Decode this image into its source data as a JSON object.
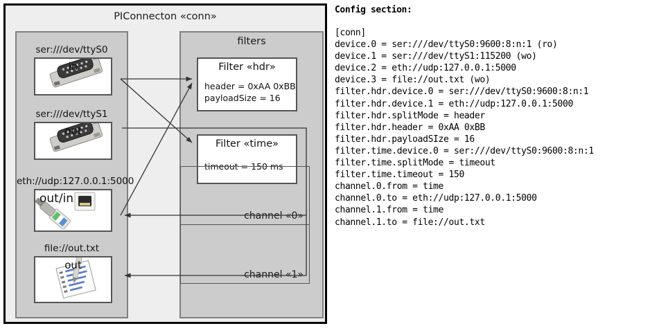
{
  "diagram": {
    "title": "PIConnecton «conn»",
    "devices_panel": {
      "title_hidden": "",
      "items": [
        {
          "label": "ser:///dev/ttyS0",
          "direction": "in",
          "icon": "serial-port-icon"
        },
        {
          "label": "ser:///dev/ttyS1",
          "direction": "out",
          "icon": "serial-port-icon"
        },
        {
          "label": "eth://udp:127.0.0.1:5000",
          "direction": "out/in",
          "icon": "ethernet-plug-icon"
        },
        {
          "label": "file://out.txt",
          "direction": "out",
          "icon": "text-document-icon"
        }
      ]
    },
    "filters_panel": {
      "title": "filters",
      "filters": [
        {
          "title": "Filter «hdr»",
          "attrs": [
            "header = 0xAA 0xBB",
            "payloadSize = 16"
          ]
        },
        {
          "title": "Filter «time»",
          "attrs": [
            "timeout = 150 ms"
          ]
        }
      ],
      "channels": [
        {
          "label": "channel «0»"
        },
        {
          "label": "channel «1»"
        }
      ]
    }
  },
  "config": {
    "heading": "Config section:",
    "lines": [
      "[conn]",
      "device.0 = ser:///dev/ttyS0:9600:8:n:1 (ro)",
      "device.1 = ser:///dev/ttyS1:115200 (wo)",
      "device.2 = eth://udp:127.0.0.1:5000",
      "device.3 = file://out.txt (wo)",
      "filter.hdr.device.0 = ser:///dev/ttyS0:9600:8:n:1",
      "filter.hdr.device.1 = eth://udp:127.0.0.1:5000",
      "filter.hdr.splitMode = header",
      "filter.hdr.header = 0xAA 0xBB",
      "filter.hdr.payloadSIze = 16",
      "filter.time.device.0 = ser:///dev/ttyS0:9600:8:n:1",
      "filter.time.splitMode = timeout",
      "filter.time.timeout = 150",
      "channel.0.from = time",
      "channel.0.to = eth://udp:127.0.0.1:5000",
      "channel.1.from = time",
      "channel.1.to = file://out.txt"
    ]
  },
  "colors": {
    "page_bg": "#ffffff",
    "outer_border": "#000000",
    "outer_fill": "#eeeeee",
    "panel_fill": "#cccccc",
    "panel_border": "#808080",
    "card_fill": "#ffffff",
    "card_border": "#555555",
    "line": "#333333"
  }
}
